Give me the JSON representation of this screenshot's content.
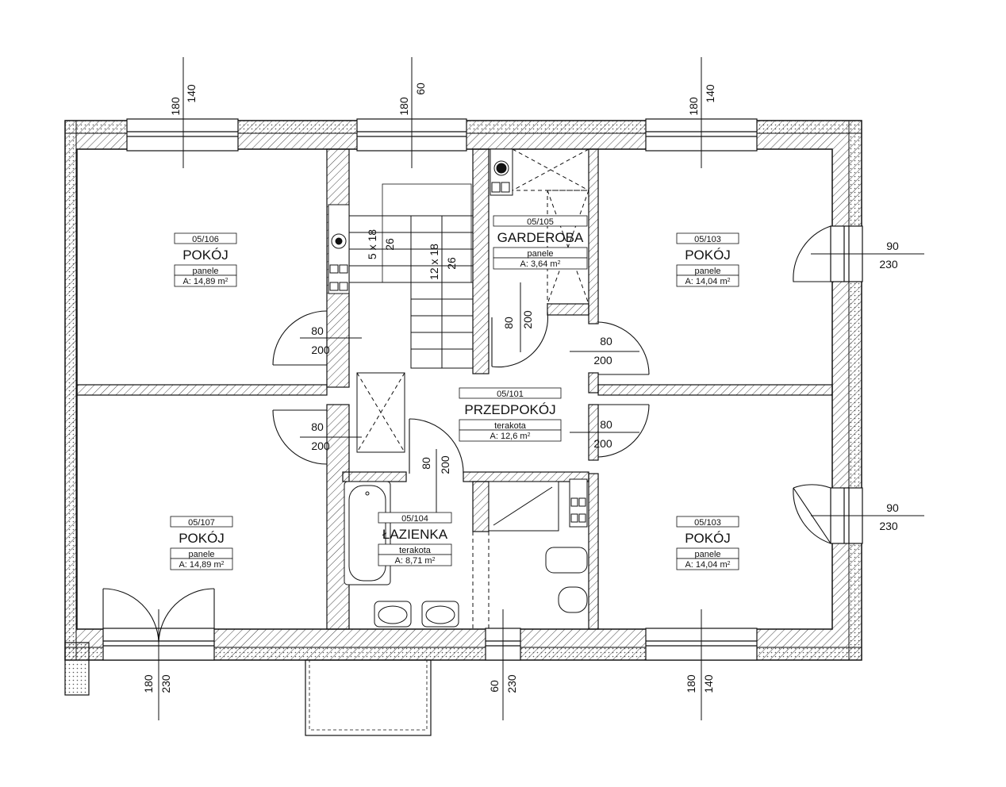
{
  "rooms": [
    {
      "id": "05/106",
      "name": "POKÓJ",
      "finish": "panele",
      "area": "A: 14,89 m",
      "area_sup": "2"
    },
    {
      "id": "05/107",
      "name": "POKÓJ",
      "finish": "panele",
      "area": "A: 14,89 m",
      "area_sup": "2"
    },
    {
      "id": "05/103",
      "name": "POKÓJ",
      "finish": "panele",
      "area": "A: 14,04 m",
      "area_sup": "2"
    },
    {
      "id": "05/103",
      "name": "POKÓJ",
      "finish": "panele",
      "area": "A: 14,04 m",
      "area_sup": "2"
    },
    {
      "id": "05/105",
      "name": "GARDEROBA",
      "finish": "panele",
      "area": "A: 3,64 m",
      "area_sup": "2"
    },
    {
      "id": "05/101",
      "name": "PRZEDPOKÓJ",
      "finish": "terakota",
      "area": "A: 12,6 m",
      "area_sup": "2"
    },
    {
      "id": "05/104",
      "name": "ŁAZIENKA",
      "finish": "terakota",
      "area": "A: 8,71 m",
      "area_sup": "2"
    }
  ],
  "window_dims": [
    {
      "a": "180",
      "b": "140"
    },
    {
      "a": "180",
      "b": "60"
    },
    {
      "a": "180",
      "b": "140"
    },
    {
      "a": "90",
      "b": "230"
    },
    {
      "a": "90",
      "b": "230"
    },
    {
      "a": "180",
      "b": "140"
    },
    {
      "a": "60",
      "b": "230"
    },
    {
      "a": "180",
      "b": "230"
    }
  ],
  "door_dims": [
    {
      "a": "80",
      "b": "200"
    },
    {
      "a": "80",
      "b": "200"
    },
    {
      "a": "80",
      "b": "200"
    },
    {
      "a": "80",
      "b": "200"
    },
    {
      "a": "80",
      "b": "200"
    },
    {
      "a": "80",
      "b": "200"
    }
  ],
  "stairs": [
    {
      "a": "5 x 18",
      "b": "26"
    },
    {
      "a": "12 x 18",
      "b": "26"
    }
  ]
}
